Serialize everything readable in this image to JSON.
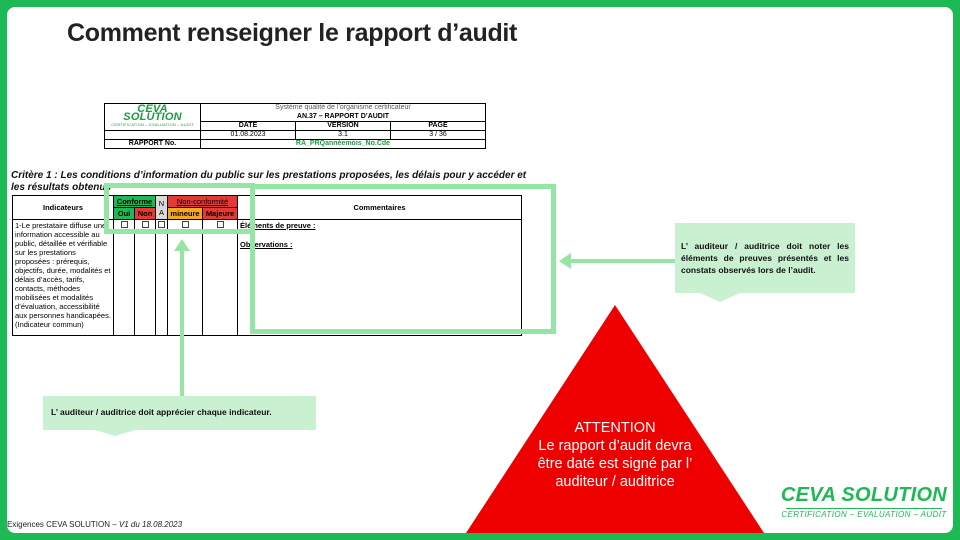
{
  "title": "Comment renseigner le rapport d’audit",
  "doc": {
    "logo": "CEVA SOLUTION",
    "logo_sub": "CERTIFICATION – EVALUATION – AUDIT",
    "system": "Système qualité de l’organisme certificateur",
    "doc_code": "AN.37 – RAPPORT D’AUDIT",
    "date_label": "DATE",
    "version_label": "VERSION",
    "page_label": "PAGE",
    "date_value": "01.08.2023",
    "version_value": "3.1",
    "page_value": "3 / 36",
    "report_no_label": "RAPPORT No.",
    "report_no_value": "RA_PRQannéemois_No.Cde",
    "criterion": "Critère 1 : Les conditions d’information du public sur les prestations proposées, les délais pour y accéder et les résultats obtenus",
    "col_indicateurs": "Indicateurs",
    "col_conforme": "Conforme",
    "col_na": "N A",
    "col_nonconf": "Non-conformité",
    "col_commentaires": "Commentaires",
    "sub_oui": "Oui",
    "sub_non": "Non",
    "sub_mineure": "mineure",
    "sub_majeure": "Majeure",
    "indicator_text": "1-Le prestataire diffuse une information accessible au public, détaillée et vérifiable sur les prestations proposées : prérequis, objectifs, durée, modalités et délais d’accès, tarifs, contacts, méthodes mobilisées et modalités d’évaluation, accessibilité aux personnes handicapées. (Indicateur commun)",
    "elements": "Éléments de preuve :",
    "observations": "Observations :"
  },
  "callout_right": "L’ auditeur / auditrice doit noter les éléments de preuves présentés et les constats observés lors de l’audit.",
  "callout_left": "L’ auditeur / auditrice doit apprécier chaque indicateur.",
  "warning": {
    "line1": "ATTENTION",
    "line2": "Le rapport d’audit devra être daté est signé par l’ auditeur / auditrice"
  },
  "brand": {
    "name": "CEVA SOLUTION",
    "sub": "CERTIFICATION – EVALUATION – AUDIT"
  },
  "footer": {
    "left": "Exigences CEVA SOLUTION – ",
    "version": "V1 du 18.08.2023"
  },
  "colors": {
    "green": "#1db954",
    "light_green": "#95e6a4",
    "callout_bg": "#c9f0d0",
    "warning_red": "#ee0000"
  }
}
